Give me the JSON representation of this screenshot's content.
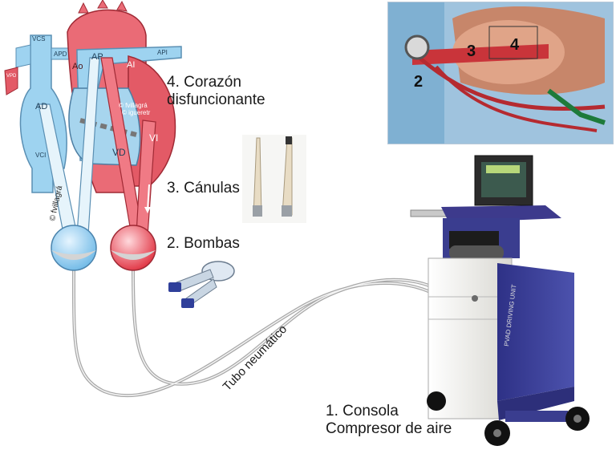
{
  "labels": {
    "corazon_line1": "4. Corazón",
    "corazon_line2": "disfuncionante",
    "canulas": "3. Cánulas",
    "bombas": "2. Bombas",
    "tubo": "Tubo neumático",
    "consola_line1": "1. Consola",
    "consola_line2": "Compresor de aire"
  },
  "anatomy": {
    "vcs": "VCS",
    "apd": "APD",
    "api": "API",
    "ap": "AP",
    "ao": "Ao",
    "ai": "AI",
    "ad": "AD",
    "vd": "VD",
    "vi": "VI",
    "vci": "VCI",
    "vpd": "VPD",
    "credit_main": "© fvillagrá",
    "credit_heart_1": "© fvillagrá",
    "credit_heart_2": "© igueretr"
  },
  "photo": {
    "n2": "2",
    "n3": "3",
    "n4": "4"
  },
  "console": {
    "panel_text": "PVAD DRIVING UNIT"
  },
  "colors": {
    "arterial_red": "#e35a66",
    "venous_blue": "#8cc8ea",
    "console_blue": "#3b3f97",
    "console_white": "#ecebe6"
  }
}
